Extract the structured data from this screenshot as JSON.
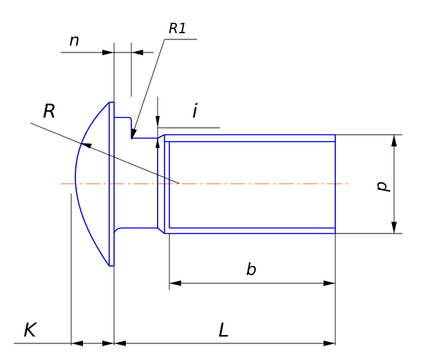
{
  "drawing": {
    "labels": {
      "n": "n",
      "r1": "R1",
      "r": "R",
      "i": "i",
      "d": "d",
      "b": "b",
      "k": "K",
      "l": "L"
    },
    "colors": {
      "part_outline": "#0000cc",
      "axis_line": "#e07020",
      "dimension_lines": "#000000"
    }
  }
}
